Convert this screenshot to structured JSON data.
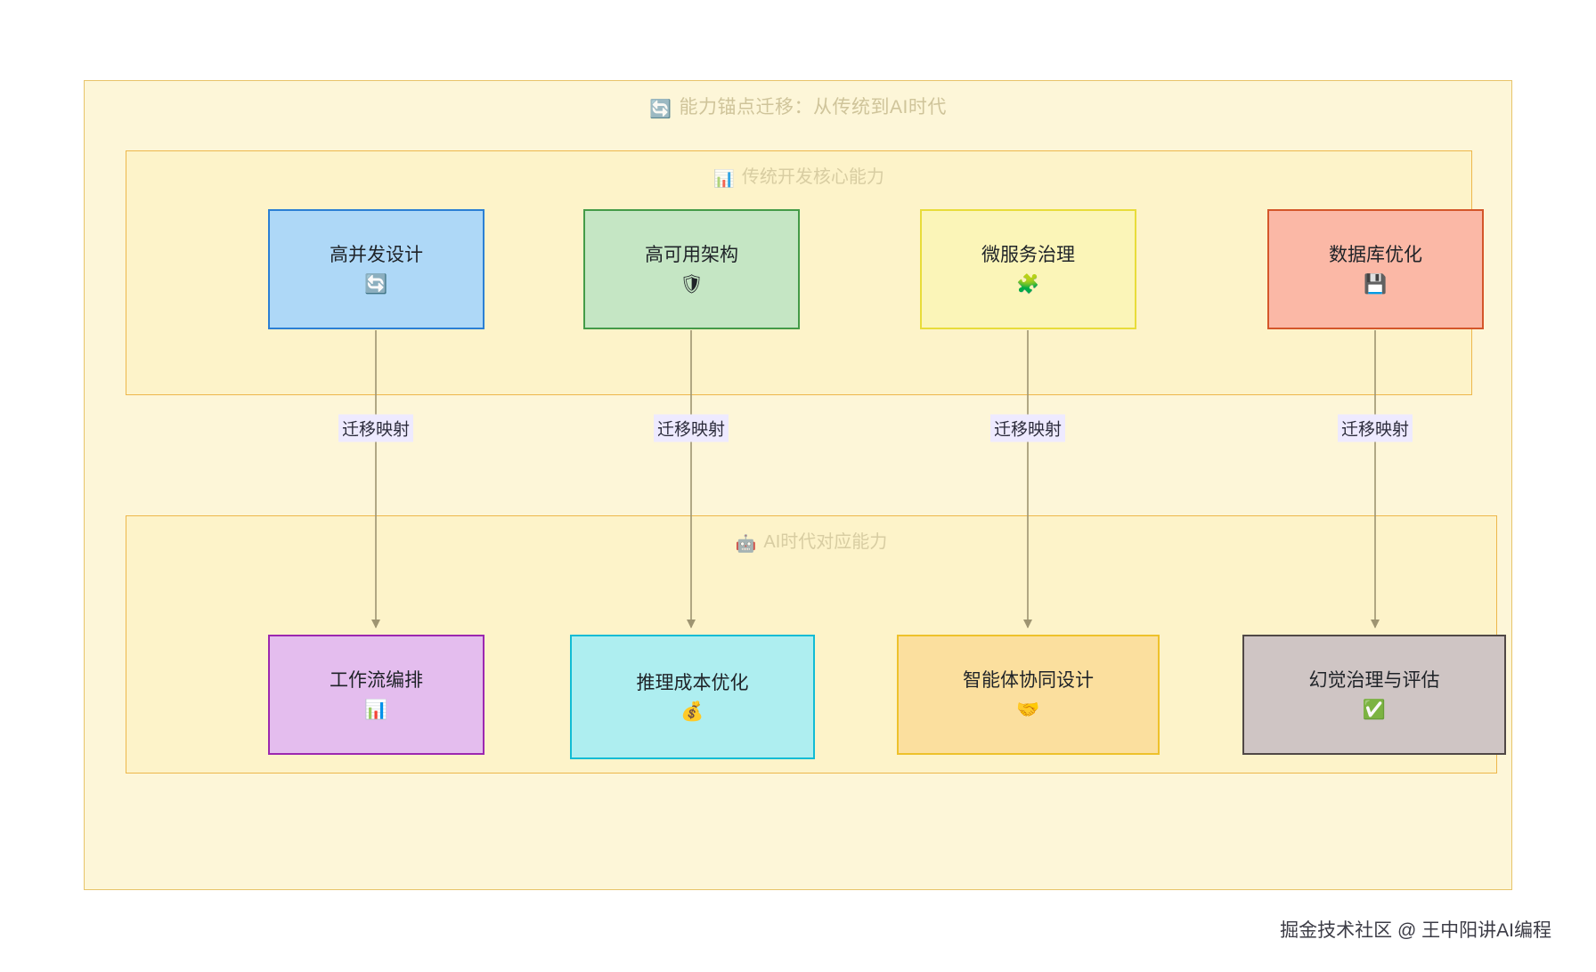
{
  "diagram": {
    "title": "能力锚点迁移：从传统到AI时代",
    "title_icon": "recycle-icon",
    "title_icon_glyph": "🔄",
    "background_color": "#fdf6d8",
    "border_color": "#e8c46a"
  },
  "subgraphs": [
    {
      "id": "traditional",
      "label": "传统开发核心能力",
      "icon": "bar-chart-icon",
      "icon_glyph": "📊"
    },
    {
      "id": "ai",
      "label": "AI时代对应能力",
      "icon": "robot-icon",
      "icon_glyph": "🤖"
    }
  ],
  "nodes": {
    "traditional": [
      {
        "id": "concurrency",
        "label": "高并发设计",
        "icon": "recycle-icon",
        "icon_glyph": "🔄",
        "fill": "#aed8f7",
        "stroke": "#2b7fd4"
      },
      {
        "id": "availability",
        "label": "高可用架构",
        "icon": "shield-icon",
        "icon_glyph": "🛡",
        "fill": "#c5e6c4",
        "stroke": "#449b48"
      },
      {
        "id": "microservice",
        "label": "微服务治理",
        "icon": "puzzle-piece-icon",
        "icon_glyph": "🧩",
        "fill": "#fbf5b8",
        "stroke": "#e8dc3a"
      },
      {
        "id": "database",
        "label": "数据库优化",
        "icon": "floppy-disk-icon",
        "icon_glyph": "💾",
        "fill": "#fbb8a6",
        "stroke": "#d4562a"
      }
    ],
    "ai": [
      {
        "id": "workflow",
        "label": "工作流编排",
        "icon": "bar-chart-icon",
        "icon_glyph": "📊",
        "fill": "#e4bdee",
        "stroke": "#9c27b0"
      },
      {
        "id": "inference",
        "label": "推理成本优化",
        "icon": "money-bag-icon",
        "icon_glyph": "💰",
        "fill": "#aeeef0",
        "stroke": "#11bcd4"
      },
      {
        "id": "agent",
        "label": "智能体协同设计",
        "icon": "handshake-icon",
        "icon_glyph": "🤝",
        "fill": "#fbdf9e",
        "stroke": "#eec12b"
      },
      {
        "id": "hallucination",
        "label": "幻觉治理与评估",
        "icon": "check-mark-icon",
        "icon_glyph": "✅",
        "fill": "#cfc5c4",
        "stroke": "#504846"
      }
    ]
  },
  "edges": [
    {
      "from": "concurrency",
      "to": "workflow",
      "label": "迁移映射"
    },
    {
      "from": "availability",
      "to": "inference",
      "label": "迁移映射"
    },
    {
      "from": "microservice",
      "to": "agent",
      "label": "迁移映射"
    },
    {
      "from": "database",
      "to": "hallucination",
      "label": "迁移映射"
    }
  ],
  "footer": {
    "watermark": "掘金技术社区 @ 王中阳讲AI编程"
  }
}
